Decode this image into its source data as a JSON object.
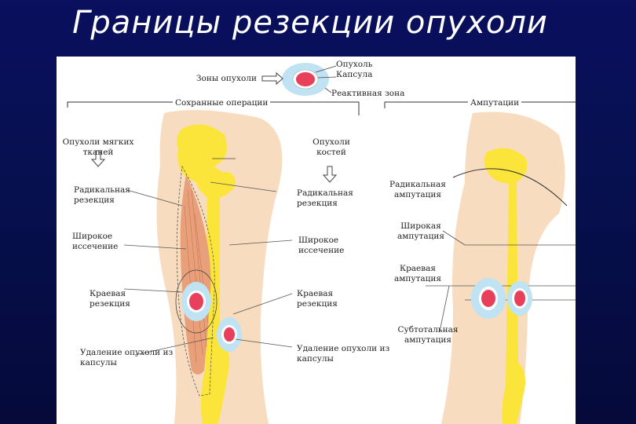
{
  "title": "Границы резекции опухоли",
  "legend": {
    "zones": "Зоны опухоли",
    "tumor_capsule": "Опухоль\nКапсула",
    "reactive_zone": "Реактивная зона"
  },
  "sections": {
    "preserving": "Сохранные операции",
    "amputations": "Ампутации"
  },
  "columns": {
    "soft_tissue": "Опухоли мягких\nтканей",
    "bone": "Опухоли\nкостей"
  },
  "soft_tissue_labels": {
    "radical": "Радикальная\nрезекция",
    "wide": "Широкое\nиссечение",
    "marginal": "Краевая\nрезекция",
    "intracapsular": "Удаление опухоли из\nкапсулы"
  },
  "bone_labels": {
    "radical": "Радикальная\nрезекция",
    "wide": "Широкое\nиссечение",
    "marginal": "Краевая\nрезекция",
    "intracapsular": "Удаление опухоли из\nкапсулы"
  },
  "amputation_labels": {
    "radical": "Радикальная\nампутация",
    "wide": "Широкая\nампутация",
    "marginal": "Краевая\nампутация",
    "subtotal": "Субтотальная\nампутация"
  },
  "colors": {
    "background": "#0a0f5e",
    "skin": "#f7dcc0",
    "bone": "#fbe53a",
    "muscle": "#e8a07a",
    "reactive_zone": "#bfe3f2",
    "capsule": "#ffffff",
    "tumor": "#e8405a"
  }
}
